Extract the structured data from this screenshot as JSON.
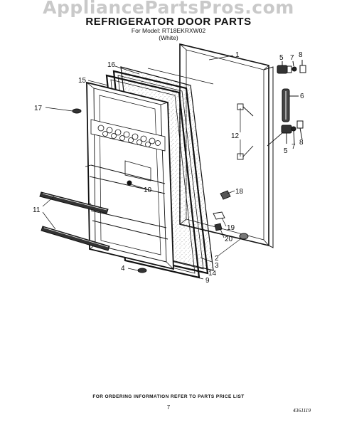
{
  "watermark": "AppliancePartsPros.com",
  "header": {
    "title": "REFRIGERATOR DOOR PARTS",
    "model": "For Model: RT18EKRXW02",
    "color": "(White)"
  },
  "callouts": [
    "1",
    "16",
    "15",
    "17",
    "5",
    "7",
    "8",
    "6",
    "12",
    "5",
    "7",
    "8",
    "10",
    "18",
    "11",
    "19",
    "20",
    "2",
    "3",
    "4",
    "14",
    "9"
  ],
  "footer": {
    "note": "FOR ORDERING INFORMATION REFER TO PARTS PRICE LIST",
    "page_number": "7",
    "doc_code": "4361119"
  },
  "colors": {
    "ink": "#111111",
    "watermark": "#c9c9c9",
    "background": "#ffffff"
  }
}
